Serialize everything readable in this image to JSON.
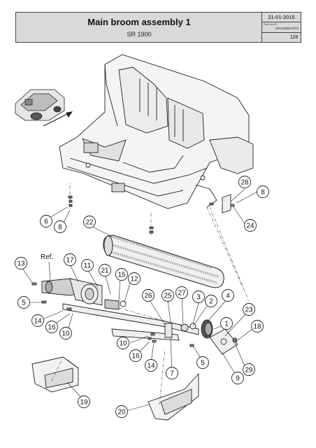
{
  "header": {
    "title": "Main broom assembly 1",
    "subtitle": "SR 1900",
    "date": "21-01-2015",
    "part_list_label": "Part List ID:",
    "part_list_id": "SR1900MAINT3",
    "page_number": "119"
  },
  "reference_label": "Ref.",
  "callouts": [
    {
      "id": "c28",
      "label": "28"
    },
    {
      "id": "c8a",
      "label": "8"
    },
    {
      "id": "c6",
      "label": "6"
    },
    {
      "id": "c8b",
      "label": "8"
    },
    {
      "id": "c22",
      "label": "22"
    },
    {
      "id": "c24",
      "label": "24"
    },
    {
      "id": "c13",
      "label": "13"
    },
    {
      "id": "c17",
      "label": "17"
    },
    {
      "id": "c11",
      "label": "11"
    },
    {
      "id": "c21",
      "label": "21"
    },
    {
      "id": "c15",
      "label": "15"
    },
    {
      "id": "c12",
      "label": "12"
    },
    {
      "id": "c5a",
      "label": "5"
    },
    {
      "id": "c26",
      "label": "26"
    },
    {
      "id": "c25",
      "label": "25"
    },
    {
      "id": "c27",
      "label": "27"
    },
    {
      "id": "c3",
      "label": "3"
    },
    {
      "id": "c4",
      "label": "4"
    },
    {
      "id": "c2",
      "label": "2"
    },
    {
      "id": "c14a",
      "label": "14"
    },
    {
      "id": "c16a",
      "label": "16"
    },
    {
      "id": "c10a",
      "label": "10"
    },
    {
      "id": "c23",
      "label": "23"
    },
    {
      "id": "c1",
      "label": "1"
    },
    {
      "id": "c18",
      "label": "18"
    },
    {
      "id": "c10b",
      "label": "10"
    },
    {
      "id": "c16b",
      "label": "16"
    },
    {
      "id": "c14b",
      "label": "14"
    },
    {
      "id": "c7",
      "label": "7"
    },
    {
      "id": "c5b",
      "label": "5"
    },
    {
      "id": "c29",
      "label": "29"
    },
    {
      "id": "c9",
      "label": "9"
    },
    {
      "id": "c19",
      "label": "19"
    },
    {
      "id": "c20",
      "label": "20"
    }
  ]
}
